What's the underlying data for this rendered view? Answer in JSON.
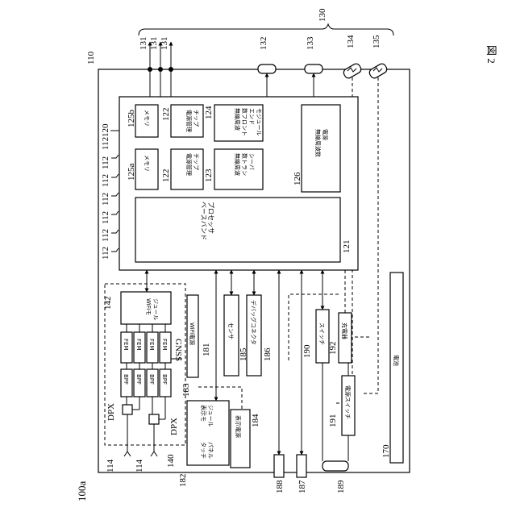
{
  "figure": {
    "title": "図 2",
    "device_ref": "100a"
  },
  "refs": {
    "r110": "110",
    "r120": "120",
    "r121": "121",
    "r122a": "122",
    "r122b": "122",
    "r123": "123",
    "r124": "124",
    "r125a": "125a",
    "r125b": "125b",
    "r126": "126",
    "r130": "130",
    "r131a": "131",
    "r131b": "131",
    "r131c": "131",
    "r132": "132",
    "r133": "133",
    "r134": "134",
    "r135": "135",
    "r140": "140",
    "r142": "142",
    "r181": "181",
    "r182": "182",
    "r183": "183",
    "r184": "184",
    "r185": "185",
    "r186": "186",
    "r187": "187",
    "r188": "188",
    "r189": "189",
    "r190": "190",
    "r191": "191",
    "r192": "192",
    "r170": "170",
    "r112a": "112",
    "r112b": "112",
    "r112c": "112",
    "r112d": "112",
    "r112e": "112",
    "r112f": "112",
    "r112g": "112",
    "r114a": "114",
    "r114b": "114"
  },
  "blocks": {
    "memory_b": "メモリ",
    "memory_a": "メモリ",
    "pmic_b": "電源管理\nチップ",
    "pmic_a": "電源管理\nチップ",
    "rf_frontend": "無線周波\n数フロント\nエンド\nモジュール",
    "rf_transceiver": "無線周波\n数トラン\nシーバ",
    "rf_power": "無線周波数\n電源",
    "baseband": "ベースバンド\nプロセッサ",
    "wifi_module": "WiFiモ\nジュール",
    "wifi_power": "WiFi電源",
    "sensor": "センサ",
    "debug_connector": "デバッグコネクタ",
    "display_module": "表示モ\nジュール",
    "display_power": "表示電源",
    "touch_panel": "タッチ\nパネル",
    "switch": "スイッチ",
    "charger": "充電器",
    "power_switch": "電源スイッチ",
    "battery": "電池"
  },
  "labels": {
    "fem": [
      "FEM",
      "FEM",
      "FEM",
      "FEM"
    ],
    "bpf": [
      "BPF",
      "BPF",
      "BPF",
      "BPF"
    ],
    "gnss": "GNSS",
    "dpx_top": "DPX",
    "dpx_bottom": "DPX"
  }
}
